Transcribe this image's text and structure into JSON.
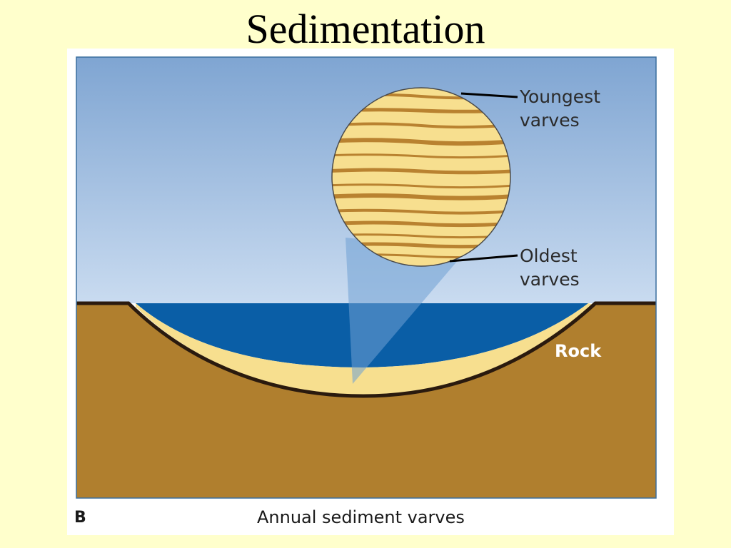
{
  "slide": {
    "title": "Sedimentation",
    "background_color": "#FFFFCC"
  },
  "figure": {
    "panel_letter": "B",
    "caption": "Annual sediment varves",
    "labels": {
      "youngest_line1": "Youngest",
      "youngest_line2": "varves",
      "oldest_line1": "Oldest",
      "oldest_line2": "varves",
      "rock": "Rock"
    },
    "colors": {
      "sky_top": "#7FA5D2",
      "sky_bottom": "#C9DBF0",
      "water": "#0A5EA6",
      "rock": "#B07F2E",
      "sediment": "#F7DF8F",
      "varve_dark": "#B98230",
      "outline": "#2A1A0E"
    }
  }
}
